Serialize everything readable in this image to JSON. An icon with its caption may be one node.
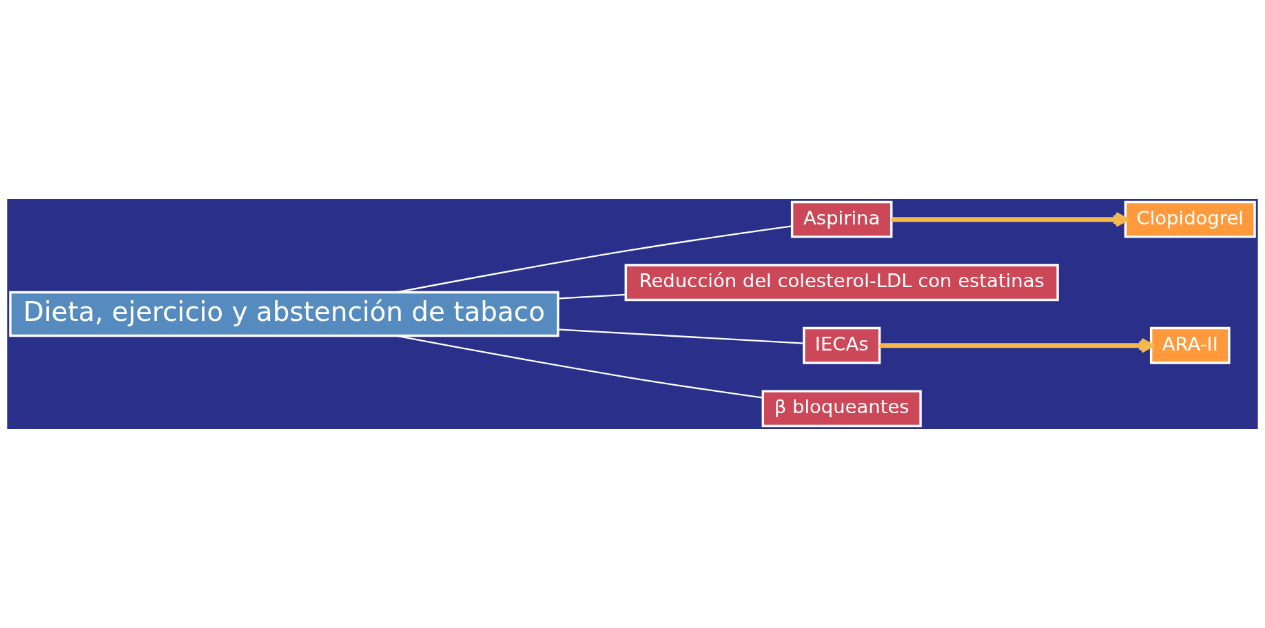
{
  "diagram": {
    "nodes": [
      {
        "text": [
          "Dieta, ejercicio y abstención de tabaco"
        ]
      },
      {
        "text": [
          "Aspirina"
        ]
      },
      {
        "text": [
          "Clopidogrel"
        ]
      },
      {
        "text": [
          "Reducción del colesterol-LDL con estatinas"
        ]
      },
      {
        "text": [
          "IECAs"
        ]
      },
      {
        "text": [
          "ARA-II"
        ]
      },
      {
        "text": [
          "β bloqueantes"
        ]
      }
    ],
    "edges": [
      {
        "from": 0,
        "to": 1,
        "arrow": "none"
      },
      {
        "from": 0,
        "to": 3,
        "arrow": "none"
      },
      {
        "from": 0,
        "to": 4,
        "arrow": "none"
      },
      {
        "from": 0,
        "to": 6,
        "arrow": "none"
      },
      {
        "from": 1,
        "to": 2,
        "arrow": "to",
        "style": "thick",
        "color": "#f5b84c"
      },
      {
        "from": 4,
        "to": 5,
        "arrow": "to",
        "style": "thick",
        "color": "#f5b84c"
      }
    ]
  }
}
